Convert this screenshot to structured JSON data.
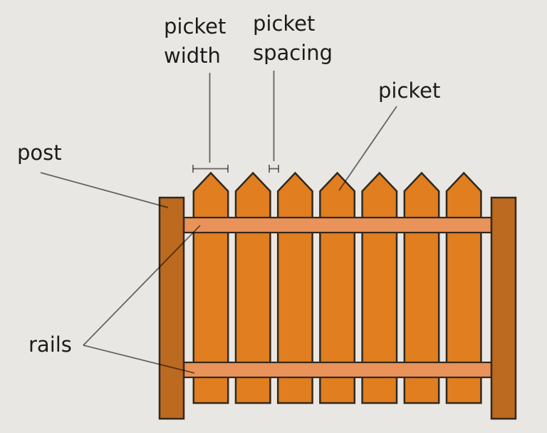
{
  "fence": {
    "picket_count": 7,
    "post_count": 2,
    "rail_count": 2
  },
  "labels": {
    "picket_width_line1": "picket",
    "picket_width_line2": "width",
    "picket_spacing_line1": "picket",
    "picket_spacing_line2": "spacing",
    "picket": "picket",
    "post": "post",
    "rails": "rails"
  },
  "colors": {
    "background": "#e9e7e3",
    "picket": "#e07e20",
    "rail": "#e9935a",
    "post": "#bc6a1f",
    "outline": "#33291c",
    "annotation": "#6e6e6e",
    "text": "#1c1c1c"
  }
}
